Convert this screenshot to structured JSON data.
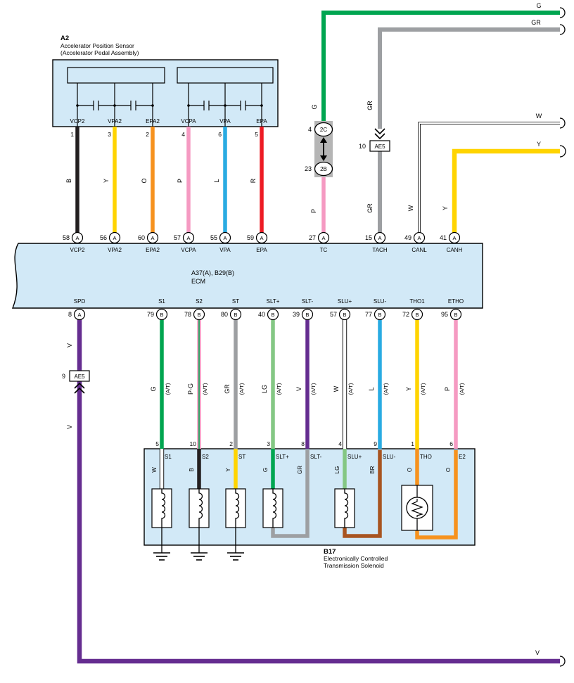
{
  "colors": {
    "B": "#231f20",
    "Y": "#ffd400",
    "O": "#f6921e",
    "P": "#f59ac2",
    "L": "#29abe2",
    "R": "#ed1c24",
    "G": "#00a550",
    "GR": "#9d9fa2",
    "W": "#ffffff",
    "V": "#652d90",
    "LG": "#84c784",
    "BR": "#a85420",
    "component_fill": "#d2e9f7",
    "connector_block": "#b5b5b5"
  },
  "top_right": {
    "g_h_label": "G",
    "gr_h_label": "GR",
    "w_h_label": "W",
    "y_h_label": "Y",
    "g_v_label": "G",
    "p_v_label": "P",
    "gr_v_upper": "GR",
    "gr_v_lower": "GR",
    "w_v_label": "W",
    "y_v_label": "Y",
    "conn_2c": {
      "pin": "4",
      "label": "2C"
    },
    "conn_2b": {
      "pin": "23",
      "label": "2B"
    },
    "ae5": {
      "pin": "10",
      "label": "AE5"
    }
  },
  "a2": {
    "code": "A2",
    "name_line1": "Accelerator Position Sensor",
    "name_line2": "(Accelerator Pedal Assembly)",
    "terminals": [
      {
        "pin": "1",
        "name": "VCP2",
        "wire": "B"
      },
      {
        "pin": "3",
        "name": "VPA2",
        "wire": "Y"
      },
      {
        "pin": "2",
        "name": "EPA2",
        "wire": "O"
      },
      {
        "pin": "4",
        "name": "VCPA",
        "wire": "P"
      },
      {
        "pin": "6",
        "name": "VPA",
        "wire": "L"
      },
      {
        "pin": "5",
        "name": "EPA",
        "wire": "R"
      }
    ]
  },
  "ecm": {
    "code": "A37(A), B29(B)",
    "name": "ECM",
    "top_pins": [
      {
        "num": "58",
        "conn": "A",
        "label": "VCP2"
      },
      {
        "num": "56",
        "conn": "A",
        "label": "VPA2"
      },
      {
        "num": "60",
        "conn": "A",
        "label": "EPA2"
      },
      {
        "num": "57",
        "conn": "A",
        "label": "VCPA"
      },
      {
        "num": "55",
        "conn": "A",
        "label": "VPA"
      },
      {
        "num": "59",
        "conn": "A",
        "label": "EPA"
      },
      {
        "num": "27",
        "conn": "A",
        "label": "TC"
      },
      {
        "num": "15",
        "conn": "A",
        "label": "TACH"
      },
      {
        "num": "49",
        "conn": "A",
        "label": "CANL"
      },
      {
        "num": "41",
        "conn": "A",
        "label": "CANH"
      }
    ],
    "bottom_pins": [
      {
        "num": "8",
        "conn": "A",
        "label": "SPD"
      },
      {
        "num": "79",
        "conn": "B",
        "label": "S1"
      },
      {
        "num": "78",
        "conn": "B",
        "label": "S2"
      },
      {
        "num": "80",
        "conn": "B",
        "label": "ST"
      },
      {
        "num": "40",
        "conn": "B",
        "label": "SLT+"
      },
      {
        "num": "39",
        "conn": "B",
        "label": "SLT-"
      },
      {
        "num": "57",
        "conn": "B",
        "label": "SLU+"
      },
      {
        "num": "77",
        "conn": "B",
        "label": "SLU-"
      },
      {
        "num": "72",
        "conn": "B",
        "label": "THO1"
      },
      {
        "num": "95",
        "conn": "B",
        "label": "ETHO"
      }
    ]
  },
  "spd": {
    "v_upper": "V",
    "v_lower": "V",
    "v_end": "V",
    "ae5": {
      "pin": "9",
      "label": "AE5"
    }
  },
  "mid_wires": [
    {
      "color": "G",
      "note": "(A/T)"
    },
    {
      "color": "P-G",
      "note": "(A/T)"
    },
    {
      "color": "GR",
      "note": "(A/T)"
    },
    {
      "color": "LG",
      "note": "(A/T)"
    },
    {
      "color": "V",
      "note": "(A/T)"
    },
    {
      "color": "W",
      "note": "(A/T)"
    },
    {
      "color": "L",
      "note": "(A/T)"
    },
    {
      "color": "Y",
      "note": "(A/T)"
    },
    {
      "color": "P",
      "note": "(A/T)"
    }
  ],
  "b17": {
    "code": "B17",
    "name_line1": "Electronically Controlled",
    "name_line2": "Transmission Solenoid",
    "terminals": [
      {
        "pin": "5",
        "name": "S1",
        "wire": "W"
      },
      {
        "pin": "10",
        "name": "S2",
        "wire": "B"
      },
      {
        "pin": "2",
        "name": "ST",
        "wire": "Y"
      },
      {
        "pin": "3",
        "name": "SLT+",
        "wire": "G"
      },
      {
        "pin": "8",
        "name": "SLT-",
        "wire": "GR"
      },
      {
        "pin": "4",
        "name": "SLU+",
        "wire": "LG"
      },
      {
        "pin": "9",
        "name": "SLU-",
        "wire": "BR"
      },
      {
        "pin": "1",
        "name": "THO",
        "wire": "O"
      },
      {
        "pin": "6",
        "name": "E2",
        "wire": "O"
      }
    ]
  }
}
